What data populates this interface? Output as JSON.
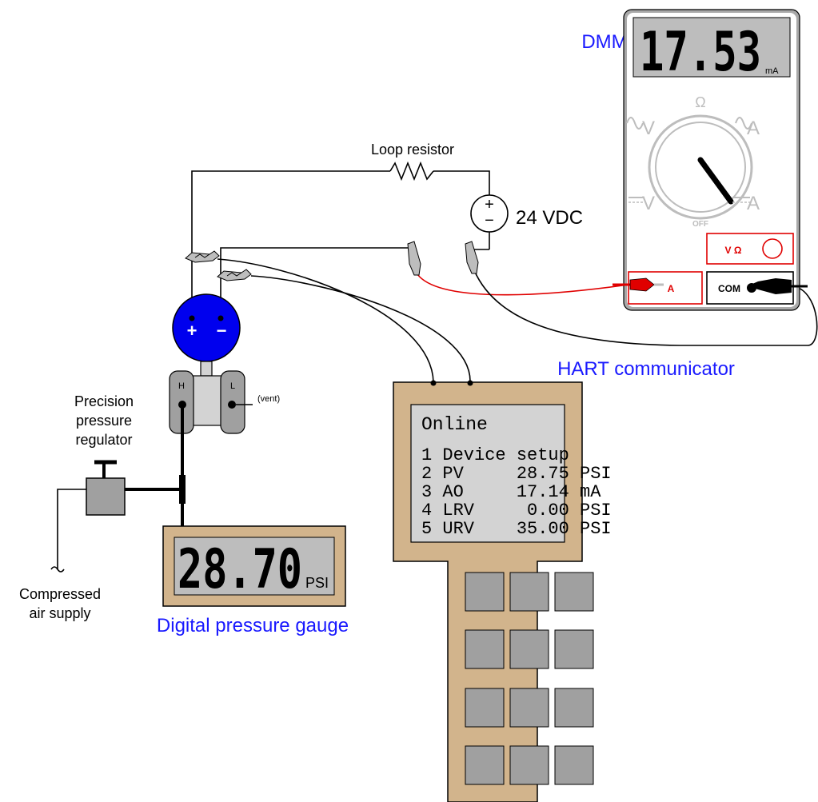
{
  "dmm": {
    "title": "DMM",
    "reading": "17.53",
    "unit": "mA",
    "dial": {
      "ohm": "Ω",
      "ac_v": "V",
      "ac_a": "A",
      "dc_v": "V",
      "dc_a": "A",
      "off": "OFF"
    },
    "jack_vohm": "V Ω",
    "jack_a": "A",
    "jack_com": "COM"
  },
  "circuit": {
    "loop_resistor_label": "Loop resistor",
    "source_label": "24 VDC",
    "source_plus": "+",
    "source_minus": "−"
  },
  "transmitter": {
    "plus": "+",
    "minus": "−",
    "high_port": "H",
    "low_port": "L",
    "vent_label": "(vent)"
  },
  "regulator": {
    "label_line1": "Precision",
    "label_line2": "pressure",
    "label_line3": "regulator"
  },
  "supply": {
    "label_line1": "Compressed",
    "label_line2": "air supply"
  },
  "gauge": {
    "reading": "28.70",
    "unit": "PSI",
    "title": "Digital pressure gauge"
  },
  "hart": {
    "title": "HART communicator",
    "screen": {
      "header": "Online",
      "lines": [
        "1 Device setup",
        "2 PV     28.75 PSI",
        "3 AO     17.14 mA",
        "4 LRV     0.00 PSI",
        "5 URV    35.00 PSI"
      ]
    }
  },
  "colors": {
    "body_tan": "#d2b48c",
    "dmm_body": "#a9a9a9",
    "display_gray": "#bdbdbd",
    "transmitter_blue": "#0000ee",
    "label_blue": "#1a1aff",
    "test_lead_red": "#e00000"
  }
}
